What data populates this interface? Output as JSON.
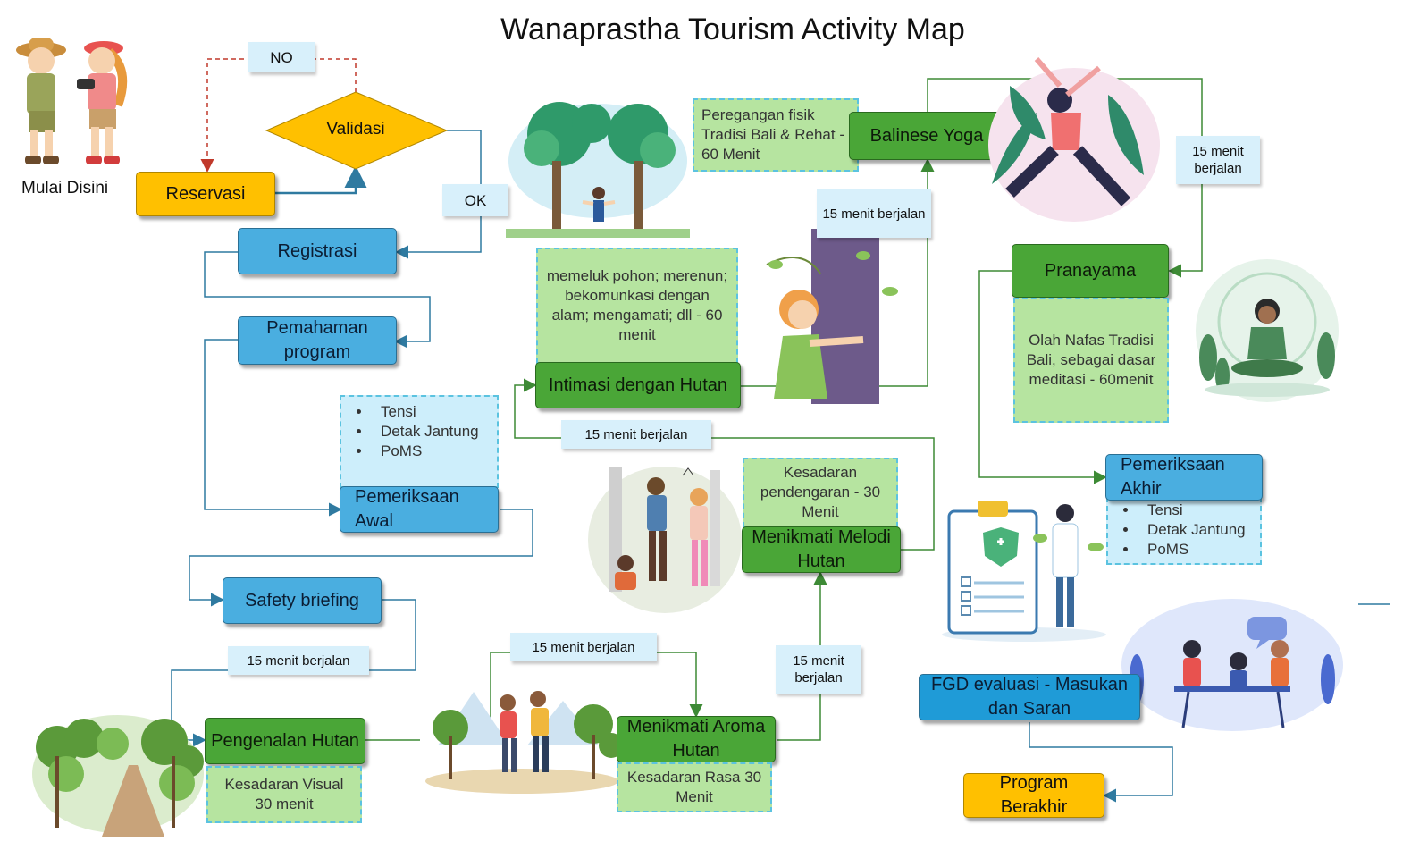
{
  "title": "Wanaprastha Tourism Activity Map",
  "start_label": "Mulai Disini",
  "nodes": {
    "reservasi": "Reservasi",
    "validasi": "Validasi",
    "registrasi": "Registrasi",
    "pemahaman": "Pemahaman program",
    "pemeriksaan_awal": "Pemeriksaan Awal",
    "safety": "Safety briefing",
    "pengenalan": "Pengenalan Hutan",
    "aroma": "Menikmati Aroma Hutan",
    "melodi": "Menikmati Melodi Hutan",
    "intimasi": "Intimasi dengan Hutan",
    "yoga": "Balinese Yoga",
    "pranayama": "Pranayama",
    "pemeriksaan_akhir": "Pemeriksaan Akhir",
    "fgd": "FGD evaluasi - Masukan dan Saran",
    "program_berakhir": "Program Berakhir"
  },
  "decision_labels": {
    "no": "NO",
    "ok": "OK"
  },
  "notes": {
    "checks_awal": [
      "Tensi",
      "Detak Jantung",
      "PoMS"
    ],
    "checks_akhir": [
      "Tensi",
      "Detak Jantung",
      "PoMS"
    ],
    "visual": "Kesadaran Visual 30 menit",
    "rasa": "Kesadaran Rasa 30 Menit",
    "pendengaran": "Kesadaran pendengaran - 30 Menit",
    "intimasi": "memeluk pohon; merenun; bekomunkasi dengan alam; mengamati; dll - 60 menit",
    "yoga": "Peregangan fisik Tradisi Bali & Rehat - 60 Menit",
    "pranayama": "Olah Nafas Tradisi Bali, sebagai dasar meditasi - 60menit"
  },
  "walk_labels": {
    "safety_to_pengenalan": "15 menit berjalan",
    "pengenalan_to_aroma": "15 menit berjalan",
    "aroma_to_melodi": "15 menit berjalan",
    "melodi_to_intimasi": "15 menit berjalan",
    "intimasi_to_yoga": "15 menit berjalan",
    "yoga_to_pranayama": "15 menit berjalan"
  },
  "colors": {
    "start_end": "#ffc000",
    "admin_step": "#4aaee0",
    "forest_activity": "#4aa637",
    "note_green": "#b6e4a0",
    "note_blue": "#cdeefb",
    "connector": "#2f7aa0"
  }
}
